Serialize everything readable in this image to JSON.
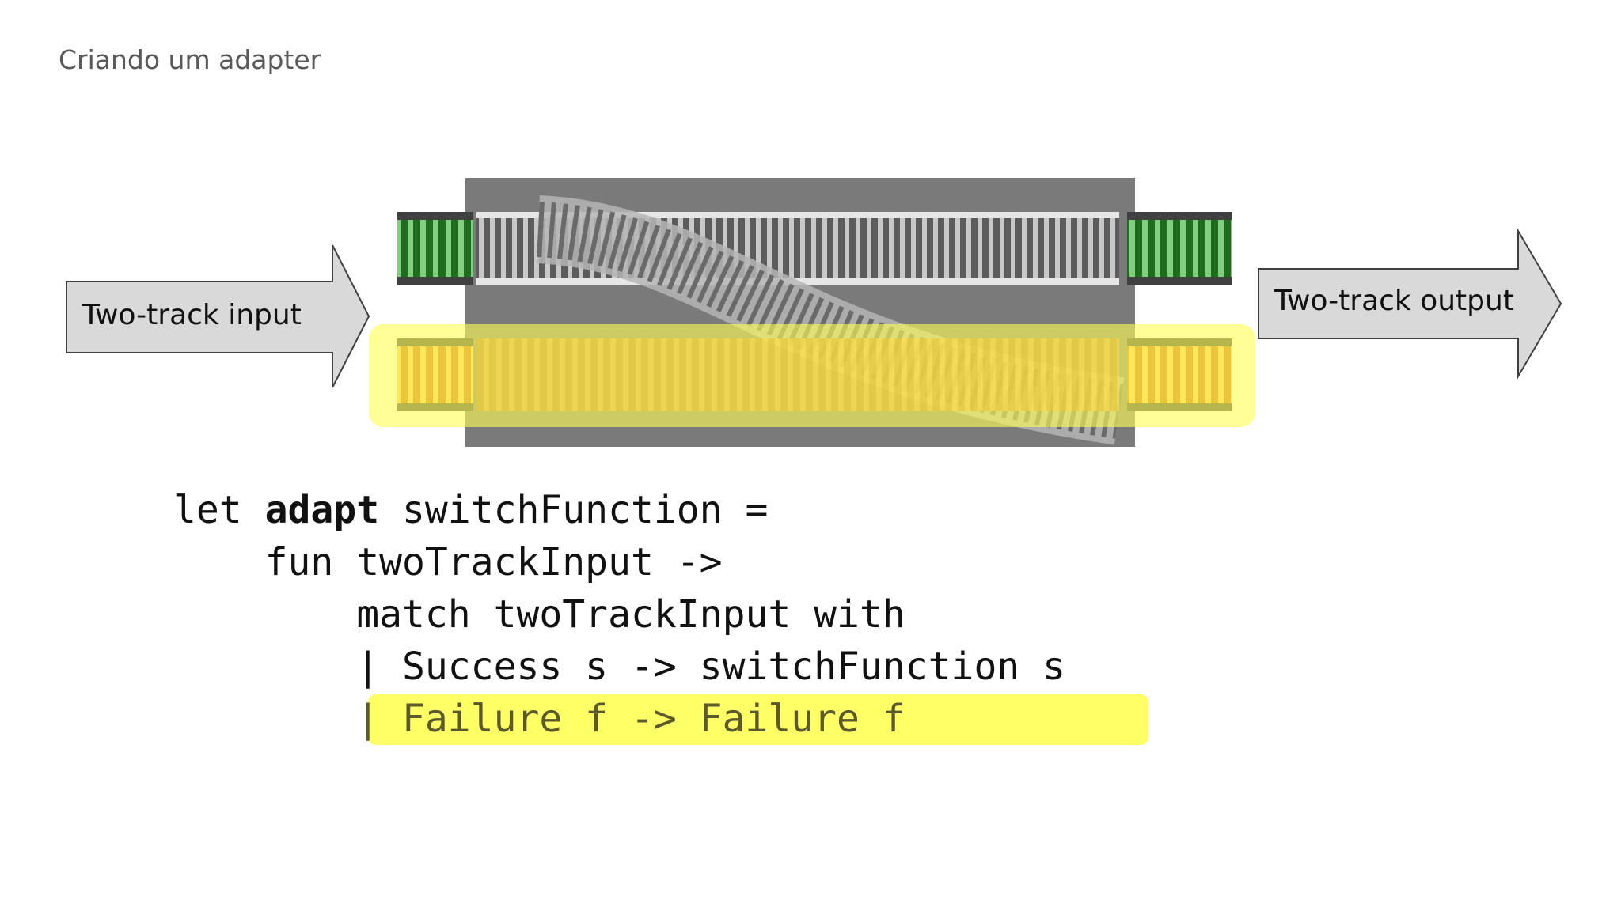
{
  "slide": {
    "title": "Criando um adapter"
  },
  "diagram": {
    "input_label": "Two-track input",
    "output_label": "Two-track output",
    "colors": {
      "success_track": "#2e8b2e",
      "failure_track": "#e07b20",
      "highlight": "#ffff55",
      "adapter_box": "#7a7a7a",
      "arrow_fill": "#d9d9d9"
    }
  },
  "code": {
    "line1_kw": "let ",
    "line1_name": "adapt",
    "line1_rest": " switchFunction =",
    "line2": "    fun twoTrackInput ->",
    "line3": "        match twoTrackInput with",
    "line4": "        | Success s -> switchFunction s",
    "line5": "        | Failure f -> Failure f"
  }
}
